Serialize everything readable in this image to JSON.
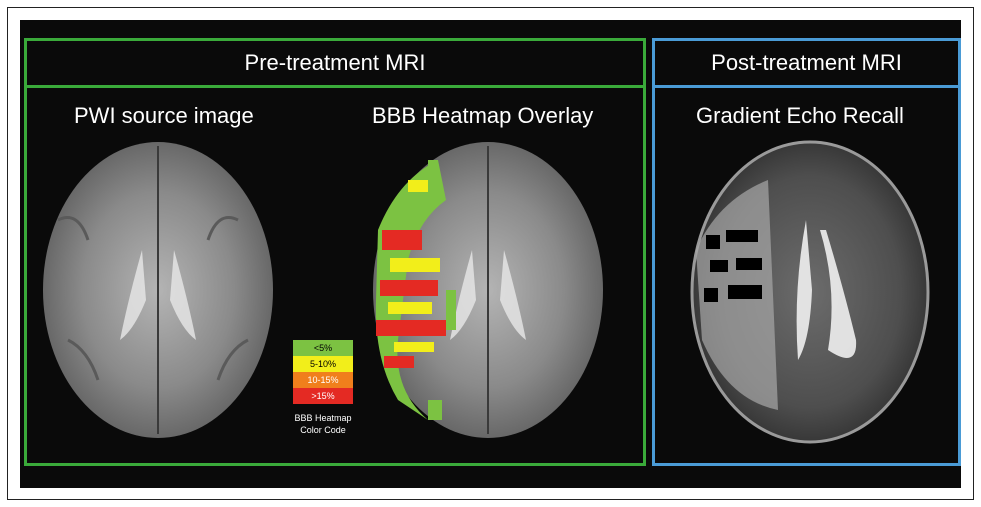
{
  "panels": {
    "pre": {
      "title": "Pre-treatment MRI"
    },
    "post": {
      "title": "Post-treatment MRI"
    }
  },
  "images": {
    "pwi": {
      "label": "PWI source image"
    },
    "bbb": {
      "label": "BBB Heatmap Overlay"
    },
    "gre": {
      "label": "Gradient Echo Recall"
    }
  },
  "legend": {
    "items": [
      {
        "label": "<5%",
        "color": "#7cc242"
      },
      {
        "label": "5-10%",
        "color": "#f2ee1a"
      },
      {
        "label": "10-15%",
        "color": "#f07f1c"
      },
      {
        "label": ">15%",
        "color": "#e42a23"
      }
    ],
    "caption_line1": "BBB Heatmap",
    "caption_line2": "Color Code"
  },
  "colors": {
    "pre_border": "#3aaa3a",
    "post_border": "#4a9bd6",
    "background": "#0a0a0a"
  }
}
